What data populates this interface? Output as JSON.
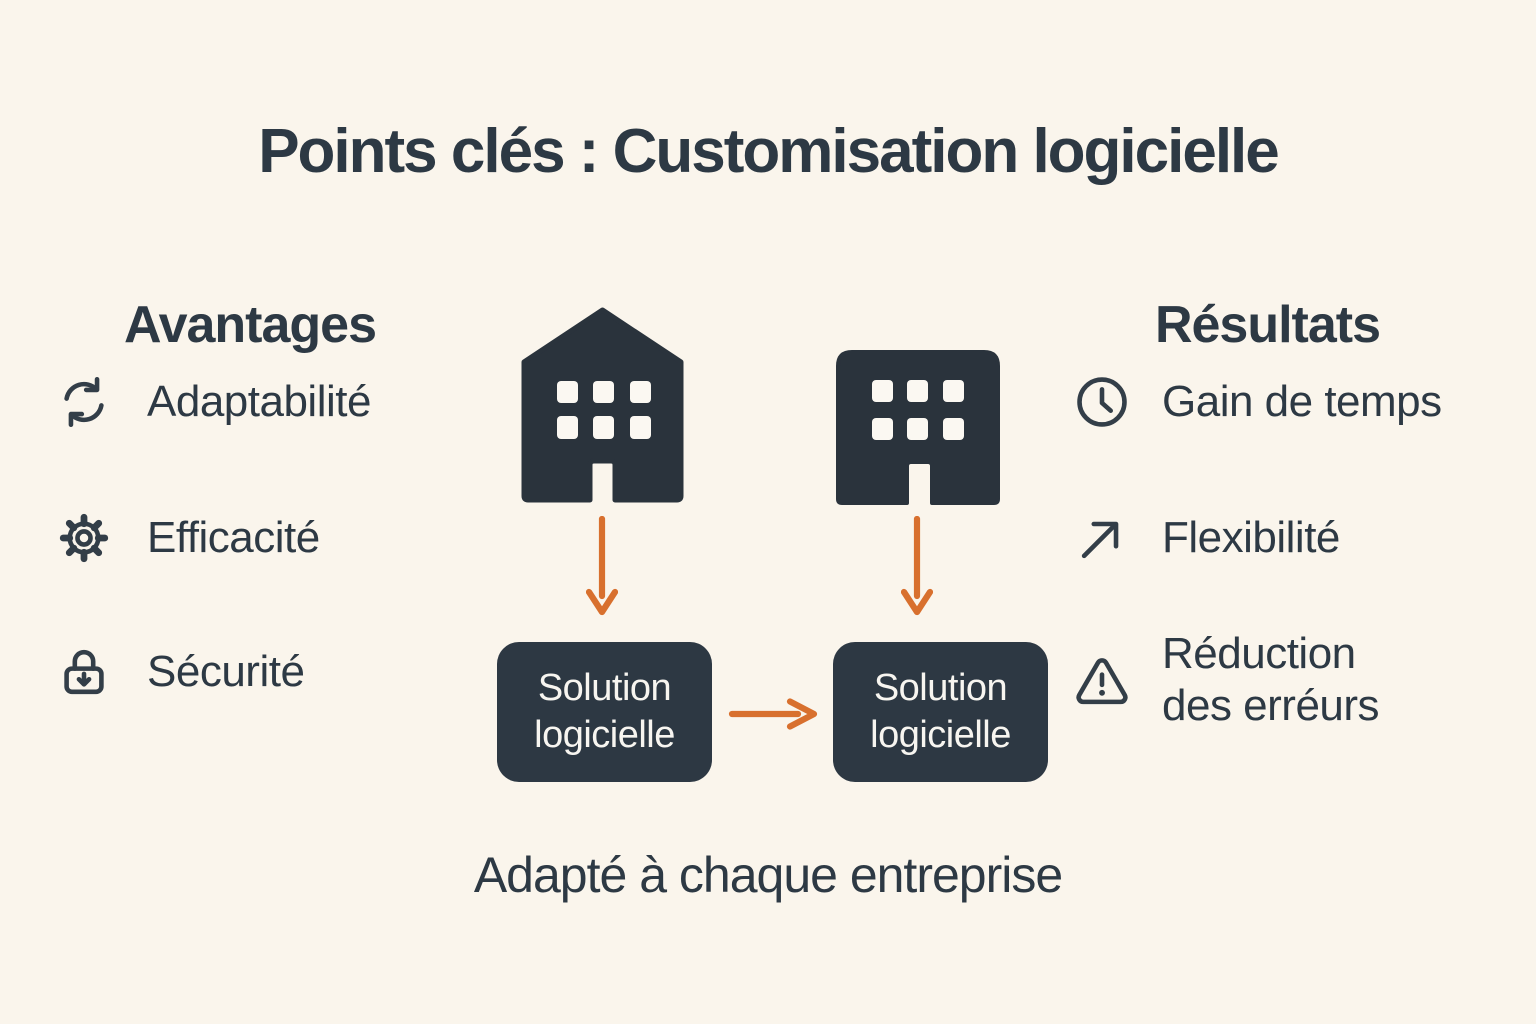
{
  "title": "Points clés : Customisation logicielle",
  "advantages": {
    "heading": "Avantages",
    "items": [
      {
        "icon": "repeat-icon",
        "label": "Adaptabilité"
      },
      {
        "icon": "gear-icon",
        "label": "Efficacité"
      },
      {
        "icon": "lock-icon",
        "label": "Sécurité"
      }
    ]
  },
  "results": {
    "heading": "Résultats",
    "items": [
      {
        "icon": "clock-icon",
        "label": "Gain de temps"
      },
      {
        "icon": "trend-up-icon",
        "label": "Flexibilité"
      },
      {
        "icon": "warning-icon",
        "label": "Réduction des erréurs"
      }
    ]
  },
  "flow": {
    "source_left_icon": "house-icon",
    "source_right_icon": "office-building-icon",
    "boxes": [
      {
        "label": "Solution logicielle"
      },
      {
        "label": "Solution logicielle"
      }
    ],
    "caption": "Adapté à chaque entreprise"
  },
  "colors": {
    "background": "#faf5ec",
    "ink": "#2d3944",
    "shape_dark": "#2a333c",
    "box_dark": "#2d3843",
    "accent_orange": "#d8702e",
    "box_text": "#f7f5f0"
  }
}
